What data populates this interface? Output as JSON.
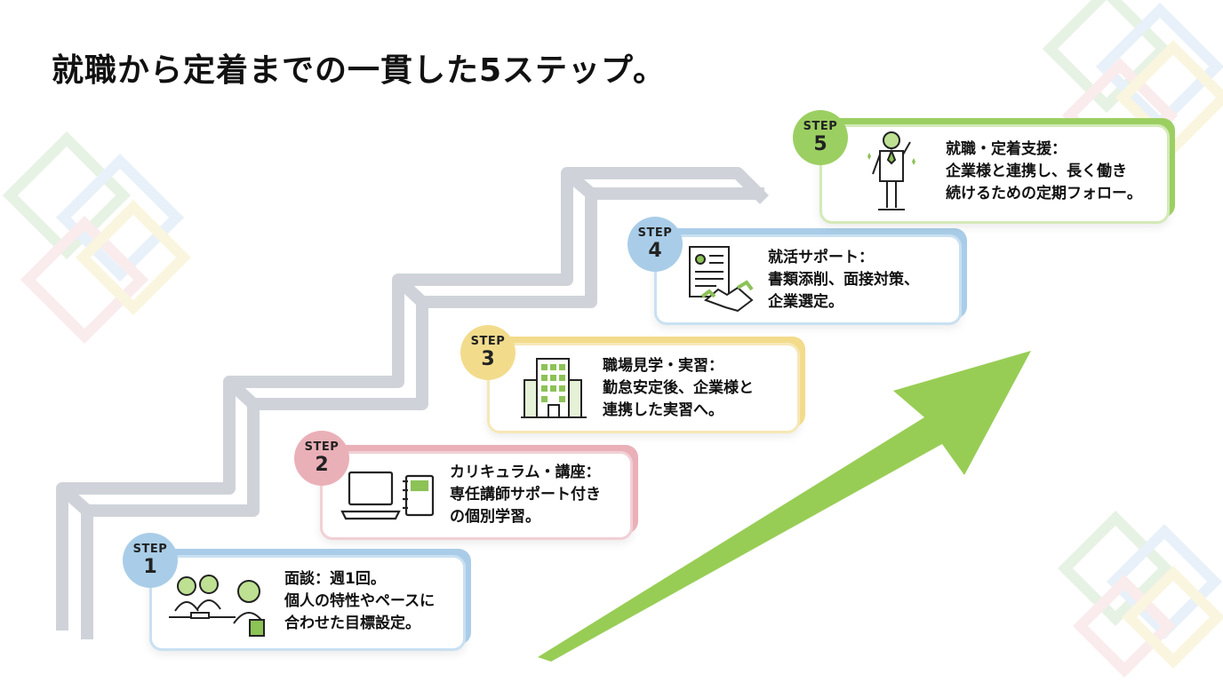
{
  "title": "就職から定着までの一貫した5ステップ。",
  "steps": [
    {
      "badge_label": "STEP",
      "number": "1",
      "icon": "meeting-people-icon",
      "color": "#a9cde8",
      "lines": [
        "面談：週1回。",
        "個人の特性やペースに",
        "合わせた目標設定。"
      ]
    },
    {
      "badge_label": "STEP",
      "number": "2",
      "icon": "laptop-notebook-icon",
      "color": "#eab0b8",
      "lines": [
        "カリキュラム・講座：",
        "専任講師サポート付き",
        "の個別学習。"
      ]
    },
    {
      "badge_label": "STEP",
      "number": "3",
      "icon": "office-building-icon",
      "color": "#f2dc8c",
      "lines": [
        "職場見学・実習：",
        "勤怠安定後、企業様と",
        "連携した実習へ。"
      ]
    },
    {
      "badge_label": "STEP",
      "number": "4",
      "icon": "resume-handshake-icon",
      "color": "#a9cde8",
      "lines": [
        "就活サポート：",
        "書類添削、面接対策、",
        "企業選定。"
      ]
    },
    {
      "badge_label": "STEP",
      "number": "5",
      "icon": "employee-standing-icon",
      "color": "#9ccf62",
      "lines": [
        "就職・定着支援：",
        "企業様と連携し、長く働き",
        "続けるための定期フォロー。"
      ]
    }
  ],
  "colors": {
    "arrow": "#98cd55",
    "stairs": "#cfd3d9",
    "icon_green": "#8cc256"
  }
}
